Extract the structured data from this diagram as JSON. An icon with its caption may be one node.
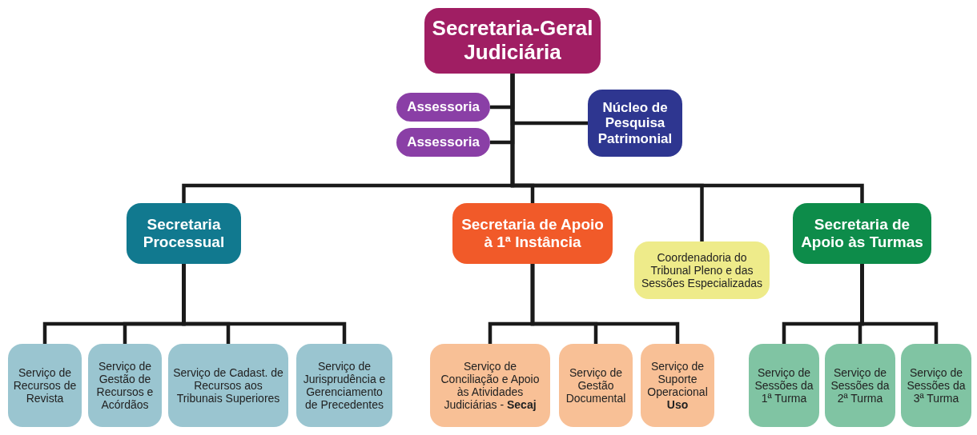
{
  "diagram": {
    "nodes": [
      {
        "text": [
          "Secretaria-Geral Judiciária"
        ]
      },
      {
        "text": [
          "Assessoria"
        ]
      },
      {
        "text": [
          "Assessoria"
        ]
      },
      {
        "text": [
          "Núcleo de Pesquisa Patrimonial"
        ]
      },
      {
        "text": [
          "Secretaria Processual"
        ]
      },
      {
        "text": [
          "Secretaria de Apoio à 1ª Instância"
        ]
      },
      {
        "text": [
          "Coordenadoria do Tribunal Pleno e das Sessões Especializadas"
        ]
      },
      {
        "text": [
          "Secretaria de Apoio às Turmas"
        ]
      },
      {
        "text": [
          "Serviço de Recursos de Revista"
        ]
      },
      {
        "text": [
          "Serviço de Gestão de Recursos e Acórdãos"
        ]
      },
      {
        "text": [
          "Serviço de Cadast. de Recursos aos Tribunais Superiores"
        ]
      },
      {
        "text": [
          "Serviço de Jurisprudência e Gerenciamento de Precedentes"
        ]
      },
      {
        "text": [
          "Serviço de Conciliação e Apoio às Atividades Judiciárias - **Secaj**"
        ]
      },
      {
        "text": [
          "Serviço de Gestão Documental"
        ]
      },
      {
        "text": [
          "Serviço de Suporte Operacional **Uso**"
        ]
      },
      {
        "text": [
          "Serviço de Sessões da 1ª Turma"
        ]
      },
      {
        "text": [
          "Serviço de Sessões da 2ª Turma"
        ]
      },
      {
        "text": [
          "Serviço de Sessões da 3ª Turma"
        ]
      }
    ],
    "edges": [
      {
        "from": 0,
        "to": 1,
        "arrow": "none"
      },
      {
        "from": 0,
        "to": 2,
        "arrow": "none"
      },
      {
        "from": 0,
        "to": 3,
        "arrow": "none"
      },
      {
        "from": 0,
        "to": 4,
        "arrow": "none"
      },
      {
        "from": 0,
        "to": 5,
        "arrow": "none"
      },
      {
        "from": 0,
        "to": 6,
        "arrow": "none"
      },
      {
        "from": 0,
        "to": 7,
        "arrow": "none"
      },
      {
        "from": 4,
        "to": 8,
        "arrow": "none"
      },
      {
        "from": 4,
        "to": 9,
        "arrow": "none"
      },
      {
        "from": 4,
        "to": 10,
        "arrow": "none"
      },
      {
        "from": 4,
        "to": 11,
        "arrow": "none"
      },
      {
        "from": 5,
        "to": 12,
        "arrow": "none"
      },
      {
        "from": 5,
        "to": 13,
        "arrow": "none"
      },
      {
        "from": 5,
        "to": 14,
        "arrow": "none"
      },
      {
        "from": 7,
        "to": 15,
        "arrow": "none"
      },
      {
        "from": 7,
        "to": 16,
        "arrow": "none"
      },
      {
        "from": 7,
        "to": 17,
        "arrow": "none"
      }
    ]
  }
}
